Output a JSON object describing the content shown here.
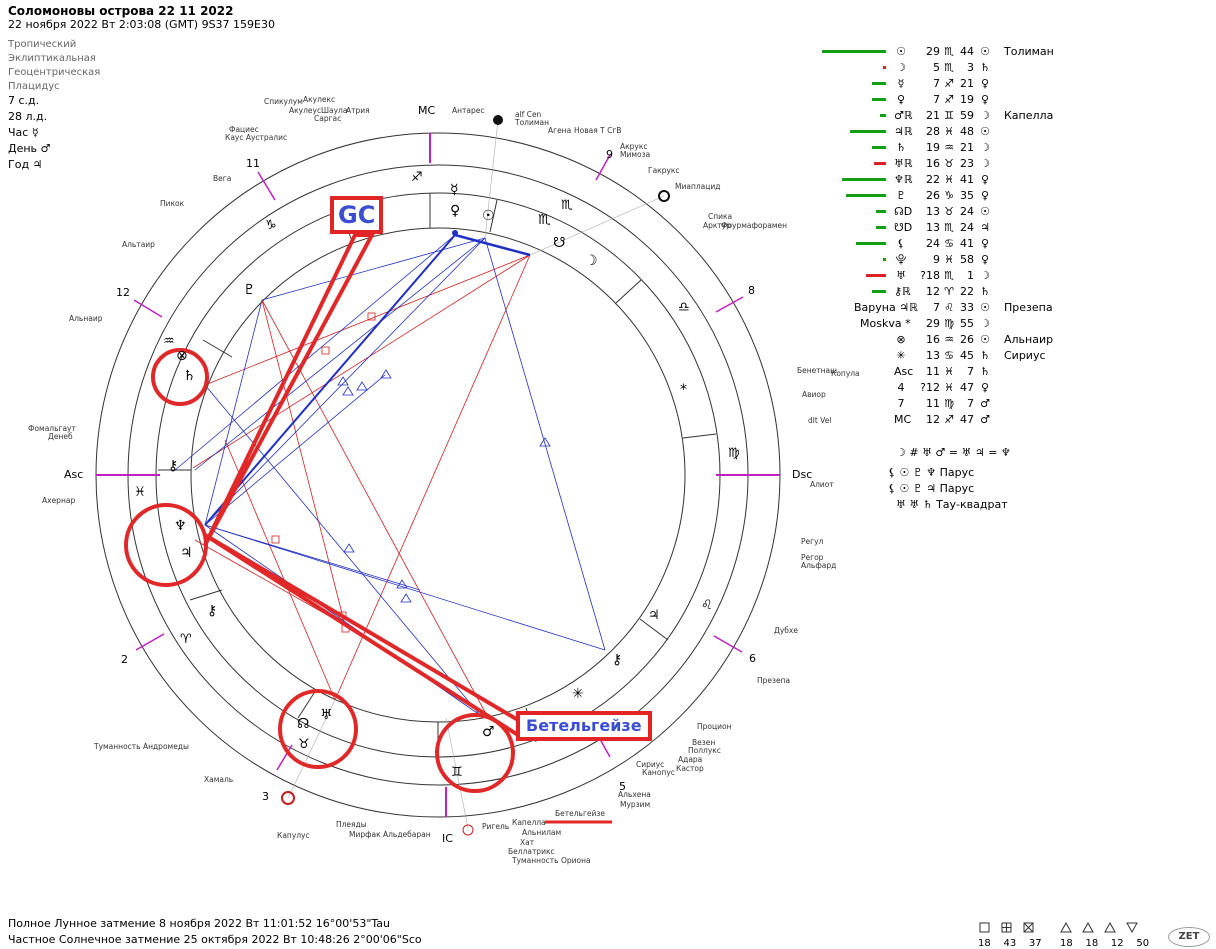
{
  "header": {
    "title": "Соломоновы острова 22 11 2022",
    "subtitle": "22 ноября 2022  Вт   2:03:08 (GMT) 9S37  159E30",
    "settings": [
      "Тропический",
      "Эклиптикальная",
      "Геоцентрическая",
      "Плацидус"
    ],
    "day_info": [
      "7 с.д.",
      "28 л.д.",
      "Час ☿",
      "День ♂",
      "Год ♃"
    ]
  },
  "chart": {
    "angles": {
      "asc": "Asc",
      "dsc": "Dsc",
      "mc": "MC",
      "ic": "IC"
    },
    "house_numbers": [
      "11",
      "12",
      "2",
      "3",
      "5",
      "6",
      "8",
      "9"
    ],
    "zodiac_glyphs": [
      "♐",
      "♑",
      "♒",
      "♓",
      "♈",
      "♉",
      "♊",
      "♋",
      "♌",
      "♍",
      "♎",
      "♏"
    ],
    "planet_glyphs": [
      "☉",
      "☿",
      "♀",
      "☽",
      "♄",
      "♃",
      "♆",
      "♅",
      "♇",
      "♂",
      "☊",
      "☋",
      "⚷",
      "⊗",
      "ℝ"
    ],
    "fixed_stars": [
      "alf Cen",
      "Толиман",
      "Агена",
      "Новая Т СгВ",
      "Антарес",
      "Спикулум",
      "Акулекс",
      "Акулеус",
      "Шаула",
      "Атрия",
      "Саргас",
      "Фациес",
      "Каус Аустралис",
      "Вега",
      "Пикок",
      "Альтаир",
      "Акрукс",
      "Мимоза",
      "Гакрукс",
      "Миаплацид",
      "Спика",
      "Арктур",
      "Фоурмафорамен",
      "Альнаир",
      "Фомальгаут",
      "Денеб",
      "Ахернар",
      "Бенетнаш",
      "Копула",
      "Авиор",
      "dlt Vel",
      "Алиот",
      "Регул",
      "Регор",
      "Альфард",
      "Дубхе",
      "Презепа",
      "Процион",
      "Везен",
      "Поллукс",
      "Адара",
      "Кастор",
      "Сириус",
      "Канопус",
      "Альхена",
      "Мурзим",
      "Бетельгейзе",
      "Ригель",
      "Капелла",
      "Альнилам",
      "Хат",
      "Беллатрикс",
      "Туманность Ориона",
      "Альдебаран",
      "Мирфак",
      "Плеяды",
      "Капулус",
      "Хамаль",
      "Туманность Андромеды"
    ],
    "callouts": {
      "gc": "GC",
      "betelgeuse": "Бетельгейзе"
    }
  },
  "positions": [
    {
      "sym": "☉",
      "deg": "29",
      "sign": "♏",
      "min": "44",
      "ruler": "☉",
      "star": "Толиман",
      "bar": 64,
      "bar_color": "#11a011"
    },
    {
      "sym": "☽",
      "deg": "5",
      "sign": "♏",
      "min": "3",
      "ruler": "♄",
      "star": "",
      "bar": 3,
      "bar_color": "#e02020"
    },
    {
      "sym": "☿",
      "deg": "7",
      "sign": "♐",
      "min": "21",
      "ruler": "♀",
      "star": "",
      "bar": 14,
      "bar_color": "#11a011"
    },
    {
      "sym": "♀",
      "deg": "7",
      "sign": "♐",
      "min": "19",
      "ruler": "♀",
      "star": "",
      "bar": 14,
      "bar_color": "#11a011"
    },
    {
      "sym": "♂ℝ",
      "deg": "21",
      "sign": "♊",
      "min": "59",
      "ruler": "☽",
      "star": "Капелла",
      "bar": 6,
      "bar_color": "#11a011"
    },
    {
      "sym": "♃ℝ",
      "deg": "28",
      "sign": "♓",
      "min": "48",
      "ruler": "☉",
      "star": "",
      "bar": 36,
      "bar_color": "#11a011"
    },
    {
      "sym": "♄",
      "deg": "19",
      "sign": "♒",
      "min": "21",
      "ruler": "☽",
      "star": "",
      "bar": 14,
      "bar_color": "#11a011"
    },
    {
      "sym": "♅ℝ",
      "deg": "16",
      "sign": "♉",
      "min": "23",
      "ruler": "☽",
      "star": "",
      "bar": 12,
      "bar_color": "#e02020"
    },
    {
      "sym": "♆ℝ",
      "deg": "22",
      "sign": "♓",
      "min": "41",
      "ruler": "♀",
      "star": "",
      "bar": 44,
      "bar_color": "#11a011"
    },
    {
      "sym": "♇",
      "deg": "26",
      "sign": "♑",
      "min": "35",
      "ruler": "♀",
      "star": "",
      "bar": 40,
      "bar_color": "#11a011"
    },
    {
      "sym": "☊D",
      "deg": "13",
      "sign": "♉",
      "min": "24",
      "ruler": "☉",
      "star": "",
      "bar": 10,
      "bar_color": "#11a011"
    },
    {
      "sym": "☋D",
      "deg": "13",
      "sign": "♏",
      "min": "24",
      "ruler": "♃",
      "star": "",
      "bar": 10,
      "bar_color": "#11a011"
    },
    {
      "sym": "⚸",
      "deg": "24",
      "sign": "♋",
      "min": "41",
      "ruler": "♀",
      "star": "",
      "bar": 30,
      "bar_color": "#11a011"
    },
    {
      "sym": "⯓",
      "deg": "9",
      "sign": "♓",
      "min": "58",
      "ruler": "♀",
      "star": "",
      "bar": 3,
      "bar_color": "#11a011"
    },
    {
      "sym": "♅",
      "deg": "?18",
      "sign": "♏",
      "min": "1",
      "ruler": "☽",
      "star": "",
      "bar": 20,
      "bar_color": "#e02020"
    },
    {
      "sym": "⚷ℝ",
      "deg": "12",
      "sign": "♈",
      "min": "22",
      "ruler": "♄",
      "star": "",
      "bar": 14,
      "bar_color": "#11a011"
    },
    {
      "sym": "Варуна ♃ℝ",
      "deg": "7",
      "sign": "♌",
      "min": "33",
      "ruler": "☉",
      "star": "Презепа",
      "bar": 0,
      "bar_color": "#11a011"
    },
    {
      "sym": "Moskva *",
      "deg": "29",
      "sign": "♍",
      "min": "55",
      "ruler": "☽",
      "star": "",
      "bar": 0,
      "bar_color": "#11a011"
    },
    {
      "sym": "⊗",
      "deg": "16",
      "sign": "♒",
      "min": "26",
      "ruler": "☉",
      "star": "Альнаир",
      "bar": 0,
      "bar_color": "#11a011"
    },
    {
      "sym": "✳",
      "deg": "13",
      "sign": "♋",
      "min": "45",
      "ruler": "♄",
      "star": "Сириус",
      "bar": 0,
      "bar_color": "#11a011"
    },
    {
      "sym": "Asc",
      "deg": "11",
      "sign": "♓",
      "min": "7",
      "ruler": "♄",
      "star": "",
      "bar": 0,
      "bar_color": "#11a011"
    },
    {
      "sym": "4",
      "deg": "?12",
      "sign": "♓",
      "min": "47",
      "ruler": "♀",
      "star": "",
      "bar": 0,
      "bar_color": "#11a011"
    },
    {
      "sym": "7",
      "deg": "11",
      "sign": "♍",
      "min": "7",
      "ruler": "♂",
      "star": "",
      "bar": 0,
      "bar_color": "#11a011"
    },
    {
      "sym": "MC",
      "deg": "12",
      "sign": "♐",
      "min": "47",
      "ruler": "♂",
      "star": "",
      "bar": 0,
      "bar_color": "#11a011"
    }
  ],
  "aspect_lines": [
    "☽ # ♅  ♂ = ♅  ♃ = ♆",
    "⚸ ☉ ♇ ♆  Парус",
    "⚸ ☉ ♇ ♃  Парус",
    "♅ ♅ ♄  Тау-квадрат"
  ],
  "footer": {
    "eclipse1": "Полное Лунное затмение  8 ноября 2022 Вт 11:01:52 16°00'53\"Tau",
    "eclipse2": "Частное Солнечное затмение  25 октября 2022 Вт 10:48:26  2°00'06\"Sco",
    "stats_a": [
      "18",
      "43",
      "37"
    ],
    "stats_b": [
      "18",
      "18",
      "12",
      "50"
    ],
    "logo": "ZET"
  }
}
